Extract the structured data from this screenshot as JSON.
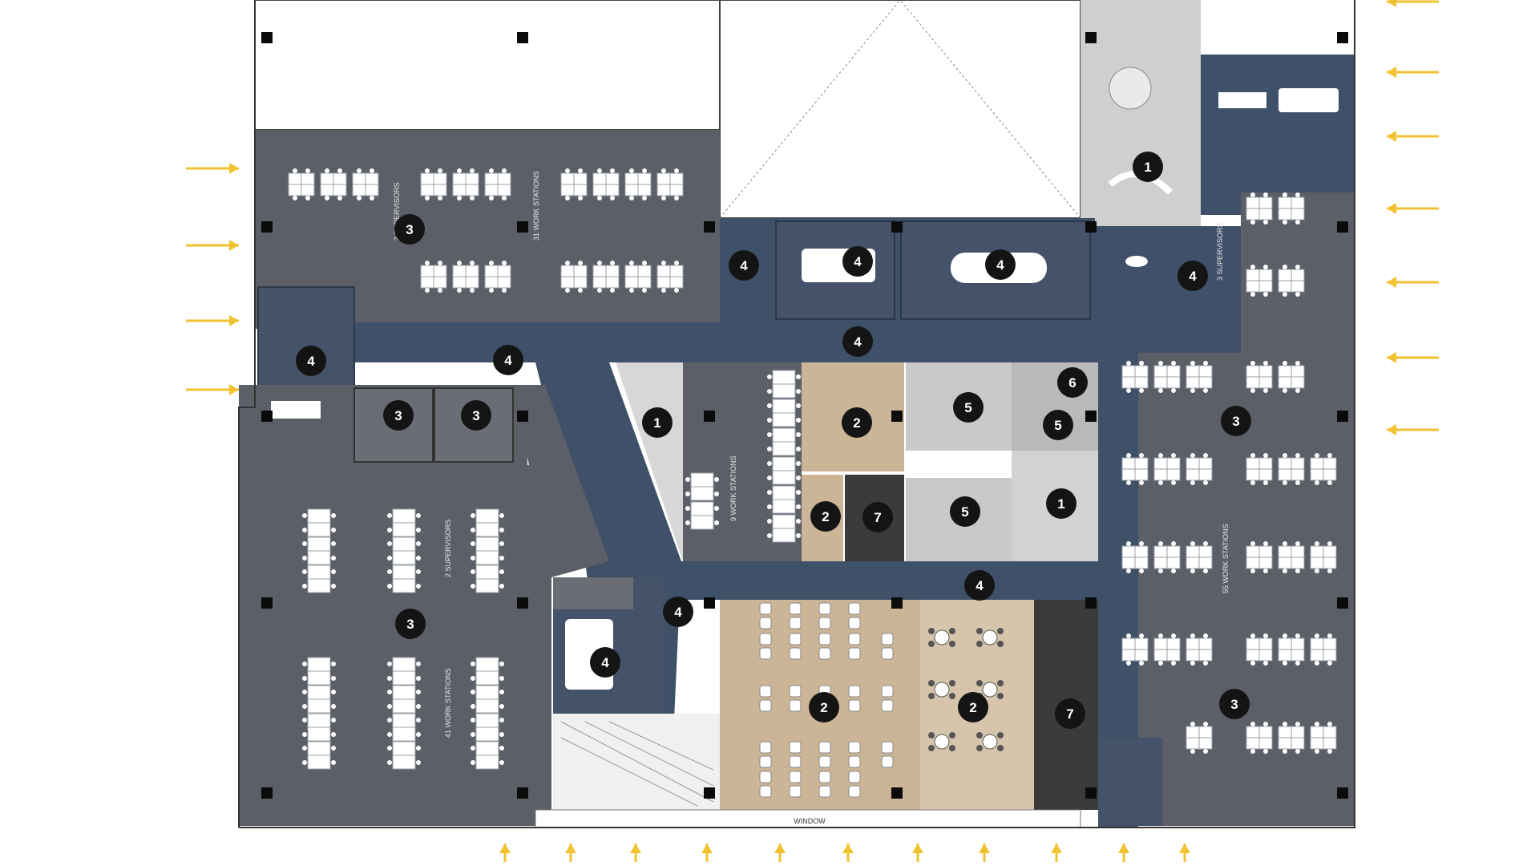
{
  "colors": {
    "background": "#ffffff",
    "office_floor": "#5c5f67",
    "corridor": "#3f5069",
    "wood": "#cbb596",
    "tile": "#c9c9c9",
    "tile_light": "#dddddd",
    "dark_room": "#3b3b3b",
    "arrow": "#f2c230",
    "furniture": "#ffffff",
    "marker_fill": "#141414",
    "marker_text": "#ffffff",
    "column": "#0b0b0b"
  },
  "labels": {
    "ws_31": "31 WORK STATIONS",
    "sup_2_top": "2 SUPERVISORS",
    "ws_9": "9 WORK STATIONS",
    "sup_2_left": "2 SUPERVISORS",
    "ws_41": "41 WORK STATIONS",
    "sup_3_right": "3 SUPERVISORS",
    "ws_55": "55 WORK STATIONS",
    "bottom_window": "WINDOW"
  },
  "markers": [
    "1",
    "3",
    "4",
    "4",
    "4",
    "4",
    "4",
    "4",
    "4",
    "1",
    "2",
    "5",
    "6",
    "5",
    "3",
    "3",
    "3",
    "3",
    "4",
    "2",
    "7",
    "5",
    "1",
    "4",
    "4",
    "2",
    "2",
    "7",
    "3"
  ],
  "arrows": {
    "left_count": 4,
    "right_count": 7,
    "bottom_count": 11
  }
}
